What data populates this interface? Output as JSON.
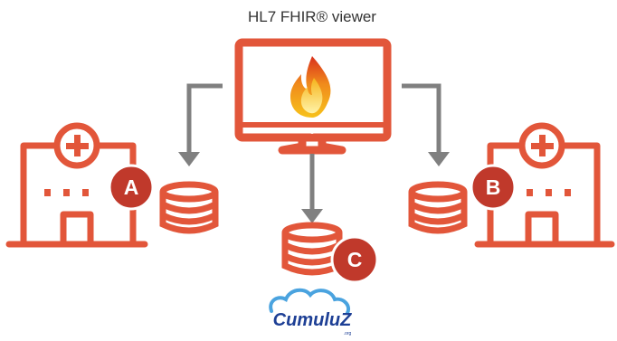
{
  "title": "HL7 FHIR® viewer",
  "badges": {
    "hospital_a": "A",
    "hospital_b": "B",
    "cloud_db": "C"
  },
  "logo": {
    "name": "CumuluZ",
    "suffix": ".org"
  },
  "colors": {
    "accent": "#e2563a",
    "badge": "#c0392b",
    "arrow": "#808080",
    "logo_blue": "#1d3f95",
    "cloud_blue": "#4aa3df"
  },
  "icons": [
    "monitor-icon",
    "flame-icon",
    "hospital-icon",
    "database-icon",
    "cloud-icon"
  ]
}
